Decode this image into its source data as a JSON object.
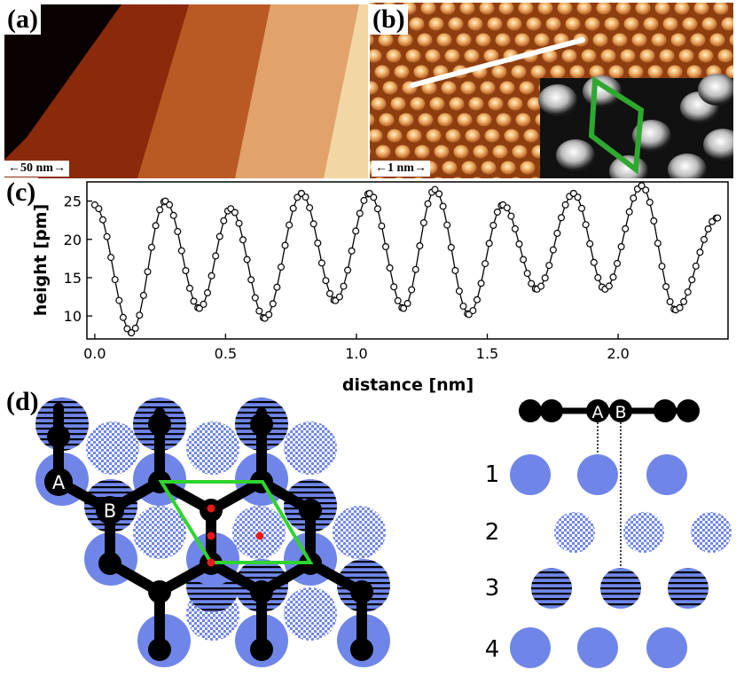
{
  "figure": {
    "panels": {
      "a": {
        "label": "(a)",
        "scalebar": "←50 nm→"
      },
      "b": {
        "label": "(b)",
        "scalebar": "←1 nm→"
      },
      "c": {
        "label": "(c)"
      },
      "d": {
        "label": "(d)",
        "atom_labels": [
          "A",
          "B"
        ],
        "layer_numbers": [
          "1",
          "2",
          "3",
          "4"
        ],
        "side_atom_labels": [
          "A",
          "B"
        ]
      }
    }
  },
  "chart_data": {
    "type": "scatter",
    "xlabel": "distance [nm]",
    "ylabel": "height [pm]",
    "xlim": [
      -0.03,
      2.42
    ],
    "ylim": [
      7,
      27.5
    ],
    "xticks": [
      0.0,
      0.5,
      1.0,
      1.5,
      2.0
    ],
    "xtick_labels": [
      "0.0",
      "0.5",
      "1.0",
      "1.5",
      "2.0"
    ],
    "yticks": [
      10,
      15,
      20,
      25
    ],
    "ytick_labels": [
      "10",
      "15",
      "20",
      "25"
    ],
    "grid": false,
    "markers": "open circles joined by line",
    "color": "#000000",
    "peaks": [
      {
        "x": 0.0,
        "y": 24.5
      },
      {
        "x": 0.27,
        "y": 25.0
      },
      {
        "x": 0.52,
        "y": 24.0
      },
      {
        "x": 0.79,
        "y": 26.0
      },
      {
        "x": 1.05,
        "y": 26.0
      },
      {
        "x": 1.3,
        "y": 26.5
      },
      {
        "x": 1.56,
        "y": 24.5
      },
      {
        "x": 1.83,
        "y": 26.0
      },
      {
        "x": 2.09,
        "y": 27.0
      },
      {
        "x": 2.38,
        "y": 22.8
      }
    ],
    "valleys": [
      {
        "x": 0.14,
        "y": 7.8
      },
      {
        "x": 0.4,
        "y": 11.0
      },
      {
        "x": 0.65,
        "y": 9.7
      },
      {
        "x": 0.92,
        "y": 12.0
      },
      {
        "x": 1.18,
        "y": 11.0
      },
      {
        "x": 1.43,
        "y": 10.2
      },
      {
        "x": 1.69,
        "y": 13.5
      },
      {
        "x": 1.95,
        "y": 13.5
      },
      {
        "x": 2.22,
        "y": 10.8
      }
    ]
  }
}
